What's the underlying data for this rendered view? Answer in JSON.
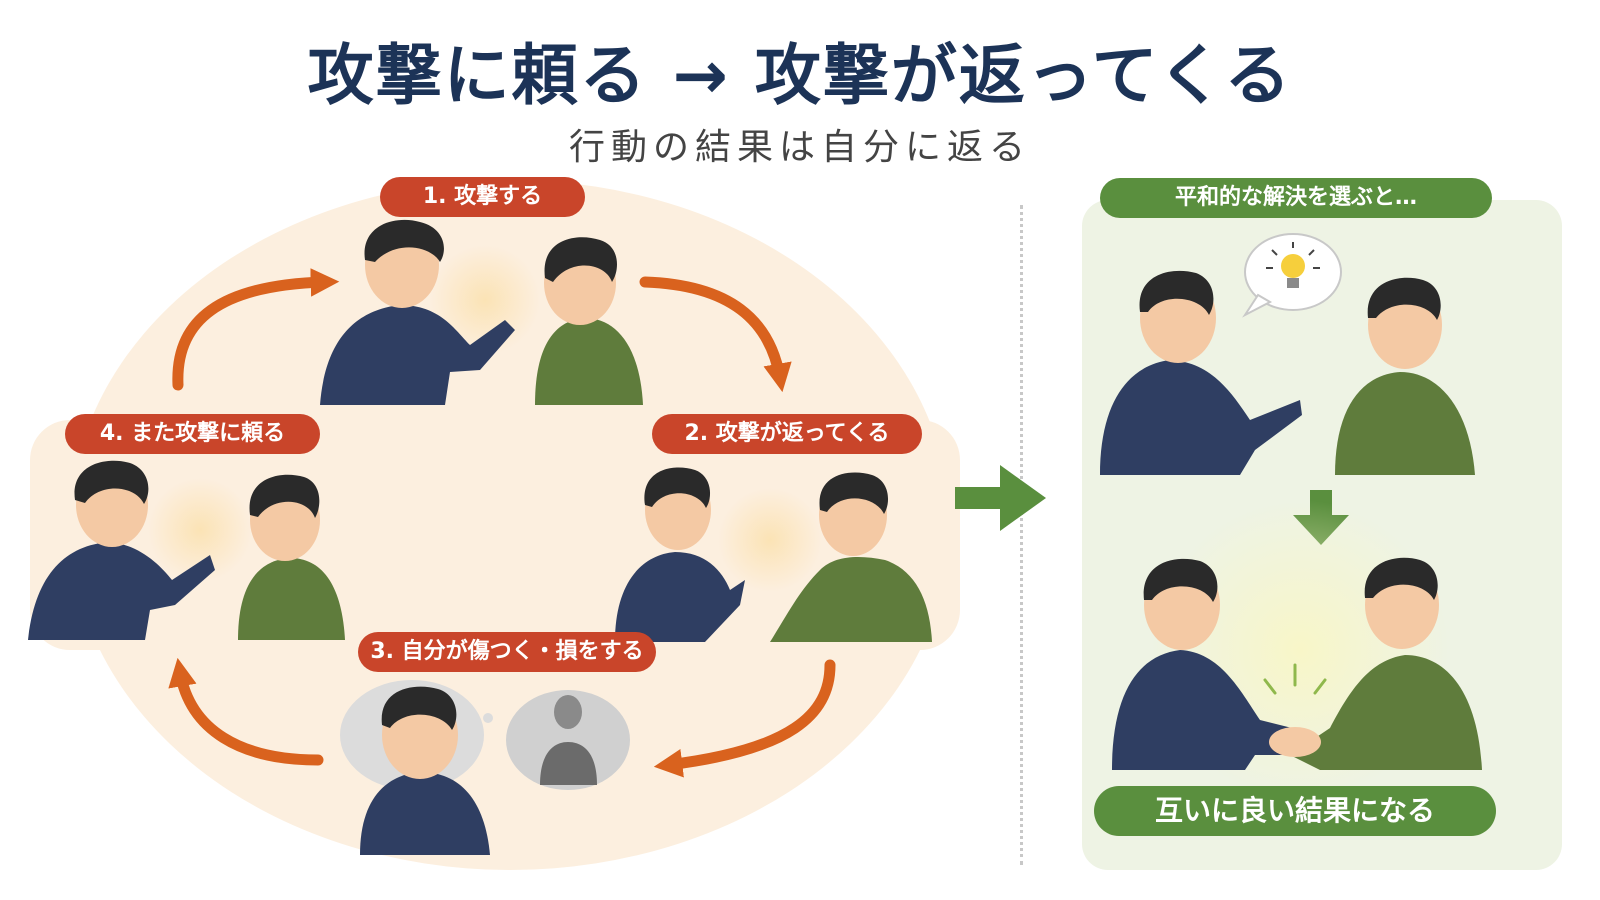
{
  "header": {
    "title": "攻撃に頼る → 攻撃が返ってくる",
    "subtitle": "行動の結果は自分に返る"
  },
  "cycle": {
    "steps": [
      {
        "label": "1. 攻撃する"
      },
      {
        "label": "2. 攻撃が返ってくる"
      },
      {
        "label": "3. 自分が傷つく・損をする"
      },
      {
        "label": "4. また攻撃に頼る"
      }
    ]
  },
  "peaceful": {
    "heading": "平和的な解決を選ぶと…",
    "result": "互いに良い結果になる"
  },
  "colors": {
    "title": "#1c3357",
    "step_pill": "#c9452a",
    "cycle_arrow": "#d9621e",
    "green_pill": "#5a8f3e",
    "navy_shirt": "#2f3e62",
    "green_shirt": "#5f7c3c",
    "cycle_bg": "#fcefdf",
    "panel_bg": "#eef3e4"
  }
}
